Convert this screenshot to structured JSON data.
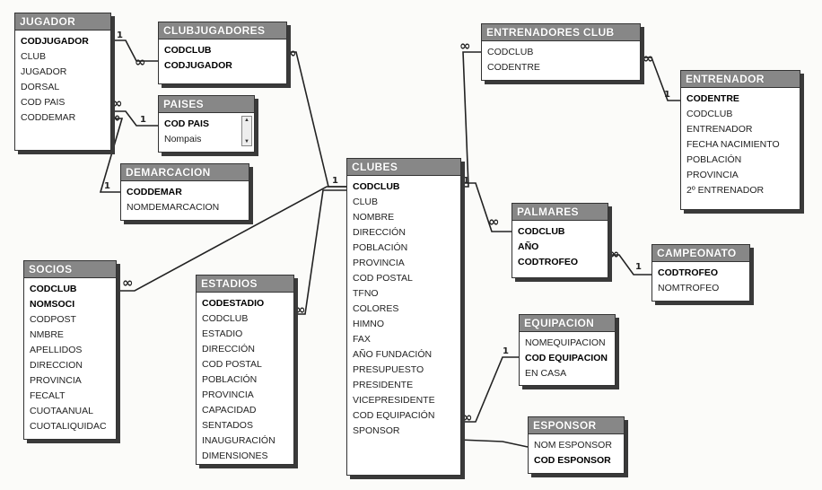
{
  "tables": {
    "jugador": {
      "title": "JUGADOR",
      "fields": [
        {
          "name": "CODJUGADOR",
          "key": true
        },
        {
          "name": "CLUB"
        },
        {
          "name": "JUGADOR"
        },
        {
          "name": "DORSAL"
        },
        {
          "name": "COD PAIS"
        },
        {
          "name": "CODDEMAR"
        }
      ]
    },
    "clubjugadores": {
      "title": "CLUBJUGADORES",
      "fields": [
        {
          "name": "CODCLUB",
          "key": true
        },
        {
          "name": "CODJUGADOR",
          "key": true
        }
      ]
    },
    "paises": {
      "title": "PAISES",
      "fields": [
        {
          "name": "COD PAIS",
          "key": true
        },
        {
          "name": "Nompais"
        }
      ]
    },
    "demarcacion": {
      "title": "DEMARCACION",
      "fields": [
        {
          "name": "CODDEMAR",
          "key": true
        },
        {
          "name": "NOMDEMARCACION"
        }
      ]
    },
    "socios": {
      "title": "SOCIOS",
      "fields": [
        {
          "name": "CODCLUB",
          "key": true
        },
        {
          "name": "NOMSOCI",
          "key": true
        },
        {
          "name": "CODPOST"
        },
        {
          "name": "NMBRE"
        },
        {
          "name": "APELLIDOS"
        },
        {
          "name": "DIRECCION"
        },
        {
          "name": "PROVINCIA"
        },
        {
          "name": "FECALT"
        },
        {
          "name": "CUOTAANUAL"
        },
        {
          "name": "CUOTALIQUIDAC"
        }
      ]
    },
    "estadios": {
      "title": "ESTADIOS",
      "fields": [
        {
          "name": "CODESTADIO",
          "key": true
        },
        {
          "name": "CODCLUB"
        },
        {
          "name": "ESTADIO"
        },
        {
          "name": "DIRECCIÓN"
        },
        {
          "name": "COD POSTAL"
        },
        {
          "name": "POBLACIÓN"
        },
        {
          "name": "PROVINCIA"
        },
        {
          "name": "CAPACIDAD"
        },
        {
          "name": "SENTADOS"
        },
        {
          "name": "INAUGURACIÓN"
        },
        {
          "name": "DIMENSIONES"
        }
      ]
    },
    "clubes": {
      "title": "CLUBES",
      "fields": [
        {
          "name": "CODCLUB",
          "key": true
        },
        {
          "name": "CLUB"
        },
        {
          "name": "NOMBRE"
        },
        {
          "name": "DIRECCIÓN"
        },
        {
          "name": "POBLACIÓN"
        },
        {
          "name": "PROVINCIA"
        },
        {
          "name": "COD POSTAL"
        },
        {
          "name": "TFNO"
        },
        {
          "name": "COLORES"
        },
        {
          "name": "HIMNO"
        },
        {
          "name": "FAX"
        },
        {
          "name": "AÑO FUNDACIÓN"
        },
        {
          "name": "PRESUPUESTO"
        },
        {
          "name": "PRESIDENTE"
        },
        {
          "name": "VICEPRESIDENTE"
        },
        {
          "name": "COD EQUIPACIÓN"
        },
        {
          "name": "SPONSOR"
        }
      ]
    },
    "entrenadores_club": {
      "title": "ENTRENADORES CLUB",
      "fields": [
        {
          "name": "CODCLUB"
        },
        {
          "name": "CODENTRE"
        }
      ]
    },
    "entrenador": {
      "title": "ENTRENADOR",
      "fields": [
        {
          "name": "CODENTRE",
          "key": true
        },
        {
          "name": "CODCLUB"
        },
        {
          "name": "ENTRENADOR"
        },
        {
          "name": "FECHA NACIMIENTO"
        },
        {
          "name": "POBLACIÓN"
        },
        {
          "name": "PROVINCIA"
        },
        {
          "name": "2º ENTRENADOR"
        }
      ]
    },
    "palmares": {
      "title": "PALMARES",
      "fields": [
        {
          "name": "CODCLUB",
          "key": true
        },
        {
          "name": "AÑO",
          "key": true
        },
        {
          "name": "CODTROFEO",
          "key": true
        }
      ]
    },
    "campeonato": {
      "title": "CAMPEONATO",
      "fields": [
        {
          "name": "CODTROFEO",
          "key": true
        },
        {
          "name": "NOMTROFEO"
        }
      ]
    },
    "equipacion": {
      "title": "EQUIPACION",
      "fields": [
        {
          "name": "NOMEQUIPACION"
        },
        {
          "name": "COD EQUIPACION",
          "key": true
        },
        {
          "name": "EN CASA"
        }
      ]
    },
    "esponsor": {
      "title": "ESPONSOR",
      "fields": [
        {
          "name": "NOM ESPONSOR"
        },
        {
          "name": "COD ESPONSOR",
          "key": true
        }
      ]
    }
  },
  "cardinality": {
    "one": "1",
    "many": "∞",
    "many_clubes": "∞"
  }
}
